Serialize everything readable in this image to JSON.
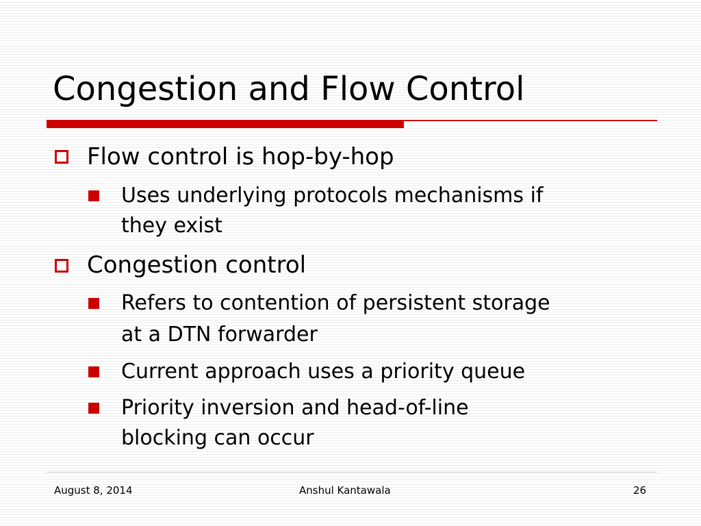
{
  "slide": {
    "title": "Congestion and Flow Control",
    "bullets": [
      {
        "text": "Flow control is hop-by-hop",
        "sub": [
          {
            "lines": [
              "Uses underlying protocols mechanisms if",
              "they exist"
            ]
          }
        ]
      },
      {
        "text": "Congestion control",
        "sub": [
          {
            "lines": [
              "Refers to contention of persistent storage",
              "at a DTN forwarder"
            ]
          },
          {
            "lines": [
              "Current approach uses a priority queue"
            ]
          },
          {
            "lines": [
              "Priority inversion and head-of-line",
              "blocking can occur"
            ]
          }
        ]
      }
    ]
  },
  "footer": {
    "date": "August 8, 2014",
    "author": "Anshul Kantawala",
    "page": "26"
  },
  "colors": {
    "accent": "#cc0000",
    "background_stripe": "#ececec"
  },
  "markers": {
    "level1": "hollow-square-bullet-icon",
    "level2": "filled-square-bullet-icon"
  }
}
